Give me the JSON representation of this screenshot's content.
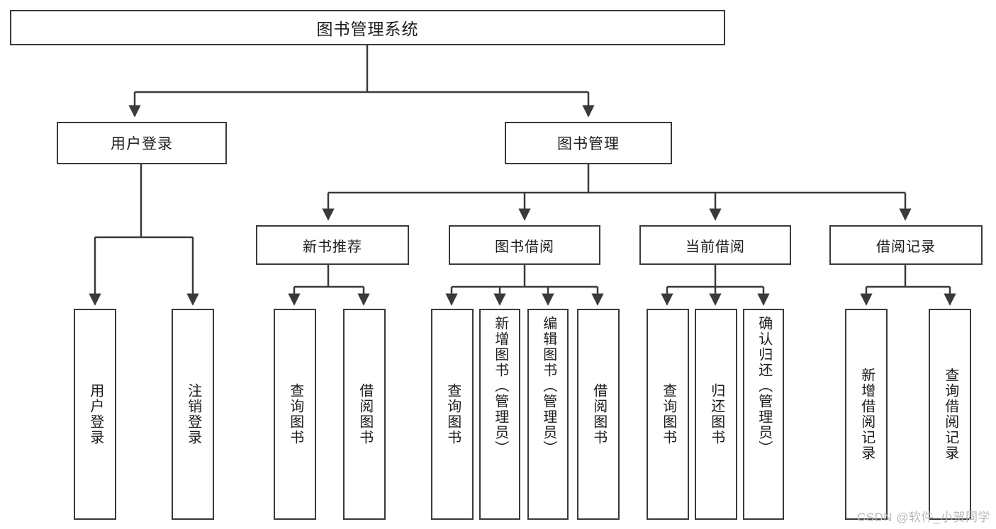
{
  "diagram": {
    "title": "图书管理系统",
    "watermark": "CSDN @软件_小贺同学",
    "line_color": "#3a3a3a",
    "box_border_color": "#3a3a3a",
    "background": "#ffffff",
    "text_color": "#1c1c1c",
    "watermark_color": "#b9b9b9"
  },
  "nodes": {
    "root": {
      "label": "图书管理系统"
    },
    "level1": [
      {
        "label": "用户登录"
      },
      {
        "label": "图书管理"
      }
    ],
    "level2": [
      {
        "label": "新书推荐"
      },
      {
        "label": "图书借阅"
      },
      {
        "label": "当前借阅"
      },
      {
        "label": "借阅记录"
      }
    ],
    "leaves": {
      "user_login": [
        {
          "label": "用户登录"
        },
        {
          "label": "注销登录"
        }
      ],
      "new_book_recommend": [
        {
          "label": "查询图书"
        },
        {
          "label": "借阅图书"
        }
      ],
      "book_borrow": [
        {
          "label": "查询图书"
        },
        {
          "label": "新增图书（管理员）"
        },
        {
          "label": "编辑图书（管理员）"
        },
        {
          "label": "借阅图书"
        }
      ],
      "current_borrow": [
        {
          "label": "查询图书"
        },
        {
          "label": "归还图书"
        },
        {
          "label": "确认归还（管理员）"
        }
      ],
      "borrow_record": [
        {
          "label": "新增借阅记录"
        },
        {
          "label": "查询借阅记录"
        }
      ]
    }
  },
  "chart_data": {
    "type": "diagram",
    "diagram_kind": "tree / hierarchy chart",
    "title": "图书管理系统",
    "orientation": "top-down",
    "tree": {
      "name": "图书管理系统",
      "children": [
        {
          "name": "用户登录",
          "children": [
            {
              "name": "用户登录"
            },
            {
              "name": "注销登录"
            }
          ]
        },
        {
          "name": "图书管理",
          "children": [
            {
              "name": "新书推荐",
              "children": [
                {
                  "name": "查询图书"
                },
                {
                  "name": "借阅图书"
                }
              ]
            },
            {
              "name": "图书借阅",
              "children": [
                {
                  "name": "查询图书"
                },
                {
                  "name": "新增图书（管理员）"
                },
                {
                  "name": "编辑图书（管理员）"
                },
                {
                  "name": "借阅图书"
                }
              ]
            },
            {
              "name": "当前借阅",
              "children": [
                {
                  "name": "查询图书"
                },
                {
                  "name": "归还图书"
                },
                {
                  "name": "确认归还（管理员）"
                }
              ]
            },
            {
              "name": "借阅记录",
              "children": [
                {
                  "name": "新增借阅记录"
                },
                {
                  "name": "查询借阅记录"
                }
              ]
            }
          ]
        }
      ]
    },
    "edge_style": "orthogonal elbow connectors with filled triangular arrowheads",
    "levels": 4,
    "node_count": 20
  }
}
